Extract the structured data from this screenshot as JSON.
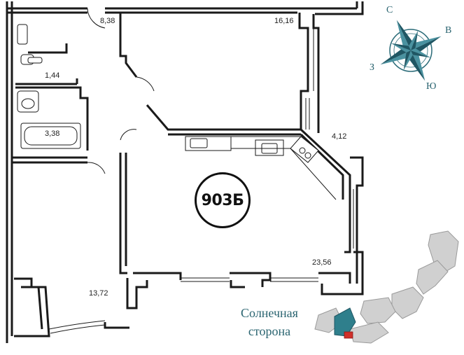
{
  "apartment": {
    "unit_number": "903Б"
  },
  "rooms": [
    {
      "name": "room-upper",
      "area": "16,16"
    },
    {
      "name": "hall",
      "area": "8,38"
    },
    {
      "name": "wc",
      "area": "1,44"
    },
    {
      "name": "bathroom",
      "area": "3,38"
    },
    {
      "name": "balcony",
      "area": "4,12"
    },
    {
      "name": "kitchen-living",
      "area": "23,56"
    },
    {
      "name": "room-lower",
      "area": "13,72"
    }
  ],
  "compass": {
    "north": "С",
    "east": "В",
    "south": "Ю",
    "west": "З",
    "icon": "compass-rose-icon"
  },
  "location": {
    "caption_line1": "Солнечная",
    "caption_line2": "сторона",
    "icon": "building-location-map"
  },
  "colors": {
    "wall": "#1a1a1a",
    "compass": "#2a6b78",
    "highlight_section": "#2f7f8c",
    "highlight_unit": "#d0302a",
    "building": "#c8c8c8"
  }
}
